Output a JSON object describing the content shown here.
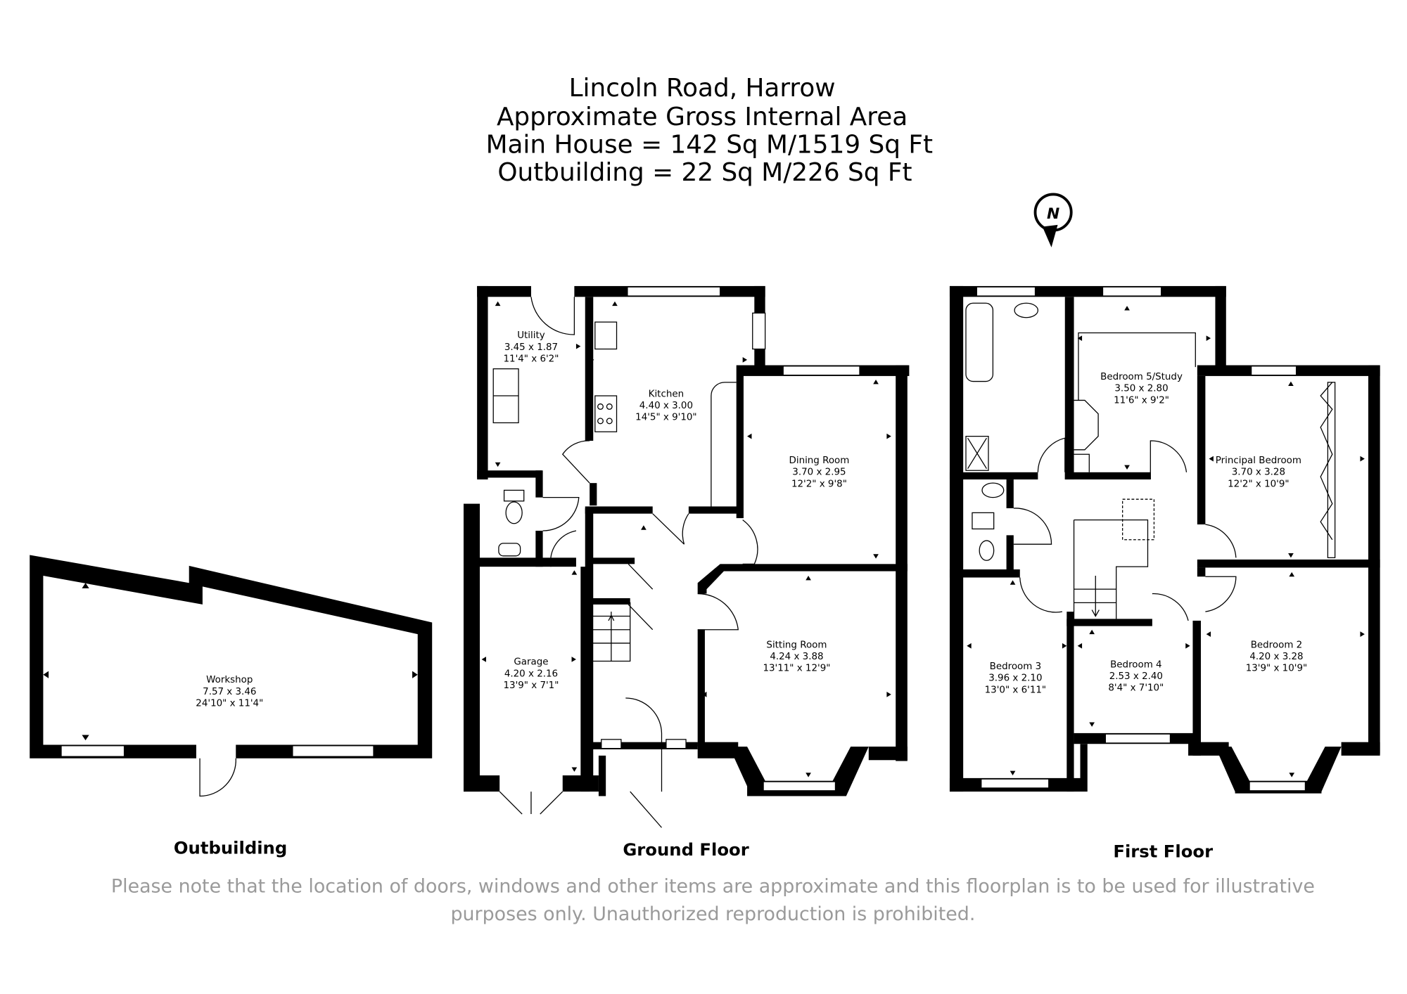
{
  "header": {
    "address": "Lincoln Road, Harrow",
    "subtitle": "Approximate Gross Internal Area",
    "main_house": "Main House = 142 Sq M/1519 Sq Ft",
    "outbuilding": "Outbuilding = 22 Sq M/226 Sq Ft"
  },
  "compass": {
    "label": "N"
  },
  "outbuilding": {
    "label": "Outbuilding",
    "rooms": [
      {
        "name": "Workshop",
        "metric": "7.57 x 3.46",
        "imperial": "24'10\" x 11'4\""
      }
    ]
  },
  "ground_floor": {
    "label": "Ground Floor",
    "rooms": [
      {
        "name": "Utility",
        "metric": "3.45 x 1.87",
        "imperial": "11'4\" x 6'2\""
      },
      {
        "name": "Kitchen",
        "metric": "4.40 x 3.00",
        "imperial": "14'5\" x 9'10\""
      },
      {
        "name": "Dining Room",
        "metric": "3.70 x 2.95",
        "imperial": "12'2\" x 9'8\""
      },
      {
        "name": "Sitting Room",
        "metric": "4.24 x 3.88",
        "imperial": "13'11\" x 12'9\""
      },
      {
        "name": "Garage",
        "metric": "4.20 x 2.16",
        "imperial": "13'9\" x 7'1\""
      }
    ]
  },
  "first_floor": {
    "label": "First Floor",
    "rooms": [
      {
        "name": "Bedroom 5/Study",
        "metric": "3.50 x 2.80",
        "imperial": "11'6\" x 9'2\""
      },
      {
        "name": "Principal Bedroom",
        "metric": "3.70 x 3.28",
        "imperial": "12'2\" x 10'9\""
      },
      {
        "name": "Bedroom 3",
        "metric": "3.96 x 2.10",
        "imperial": "13'0\" x 6'11\""
      },
      {
        "name": "Bedroom 4",
        "metric": "2.53 x 2.40",
        "imperial": "8'4\" x 7'10\""
      },
      {
        "name": "Bedroom 2",
        "metric": "4.20 x 3.28",
        "imperial": "13'9\" x 10'9\""
      }
    ]
  },
  "disclaimer": {
    "line1": "Please note that the location of doors, windows and other items are approximate and this floorplan is to be used for illustrative",
    "line2": "purposes only. Unauthorized reproduction is prohibited."
  }
}
